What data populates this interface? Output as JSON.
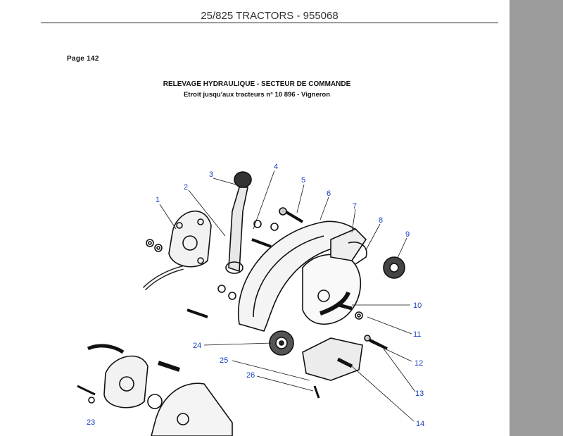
{
  "header": {
    "title": "25/825 TRACTORS - 955068"
  },
  "page": {
    "number_label": "Page 142"
  },
  "document": {
    "title": "RELEVAGE HYDRAULIQUE - SECTEUR DE COMMANDE",
    "subtitle": "Etroit jusqu'aux tracteurs n° 10 896 - Vigneron"
  },
  "callouts": {
    "c1": "1",
    "c2": "2",
    "c3": "3",
    "c4": "4",
    "c5": "5",
    "c6": "6",
    "c7": "7",
    "c8": "8",
    "c9": "9",
    "c10": "10",
    "c11": "11",
    "c12": "12",
    "c13": "13",
    "c14": "14",
    "c23": "23",
    "c24": "24",
    "c25": "25",
    "c26": "26"
  },
  "colors": {
    "callout": "#1a3fc4",
    "gutter": "#9b9b9b",
    "ink": "#111111"
  }
}
